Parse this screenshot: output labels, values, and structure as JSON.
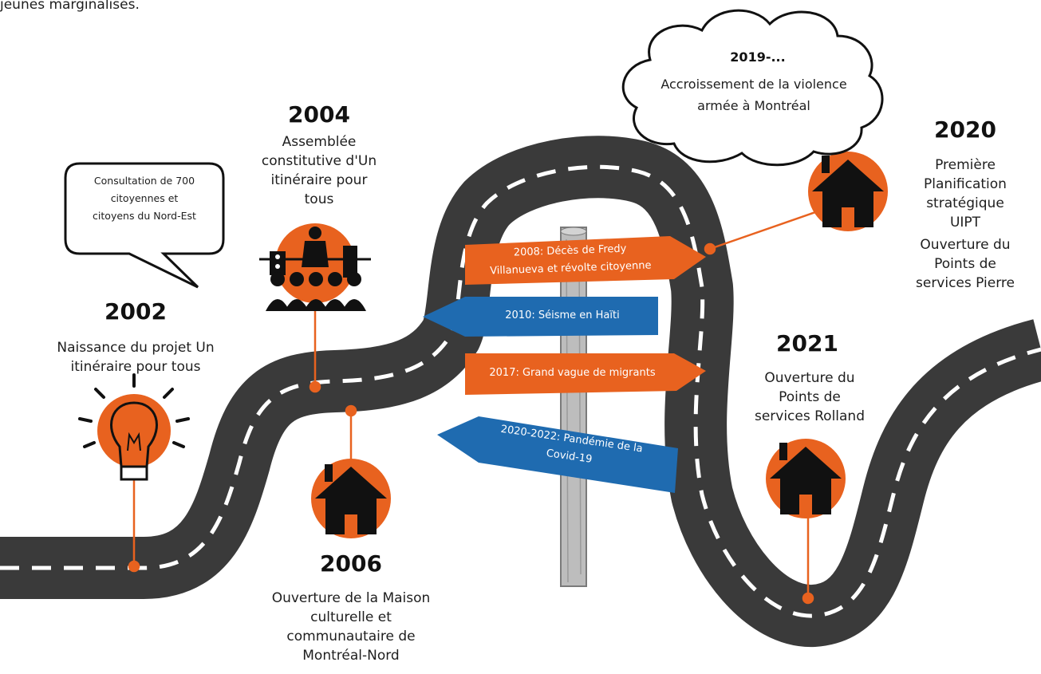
{
  "intro_text": "jeunes marginalisés.",
  "colors": {
    "road": "#3a3a3a",
    "accent": "#e8621f",
    "sign_orange": "#e8621f",
    "sign_blue": "#1f6bb0",
    "line": "#ffffff"
  },
  "events": {
    "e2002": {
      "year": "2002",
      "lines": [
        "Naissance du projet Un",
        "itinéraire pour tous"
      ],
      "icon": "lightbulb-icon"
    },
    "e2004": {
      "year": "2004",
      "lines": [
        "Assemblée",
        "constitutive d'Un",
        "itinéraire pour",
        "tous"
      ],
      "icon": "assembly-icon"
    },
    "e2006": {
      "year": "2006",
      "lines": [
        "Ouverture de la Maison",
        "culturelle et",
        "communautaire de",
        "Montréal-Nord"
      ],
      "icon": "house-icon"
    },
    "e2020": {
      "year": "2020",
      "lines": [
        "Première",
        "Planification",
        "stratégique",
        "UIPT",
        "Ouverture du",
        "Points de",
        "services Pierre"
      ],
      "icon": "house-icon"
    },
    "e2021": {
      "year": "2021",
      "lines": [
        "Ouverture du",
        "Points de",
        "services Rolland"
      ],
      "icon": "house-icon"
    }
  },
  "speech_bubble": {
    "lines": [
      "Consultation de 700",
      "citoyennes et",
      "citoyens du Nord-Est"
    ]
  },
  "cloud": {
    "title": "2019-...",
    "lines": [
      "Accroissement de la violence",
      "armée à Montréal"
    ]
  },
  "signs": {
    "s2008": {
      "lines": [
        "2008: Décès de Fredy",
        "Villanueva et révolte citoyenne"
      ]
    },
    "s2010": {
      "lines": [
        "2010: Séisme en Haïti"
      ]
    },
    "s2017": {
      "lines": [
        "2017: Grand vague de migrants"
      ]
    },
    "s2020": {
      "lines": [
        "2020-2022: Pandémie de la",
        "Covid-19"
      ]
    }
  }
}
